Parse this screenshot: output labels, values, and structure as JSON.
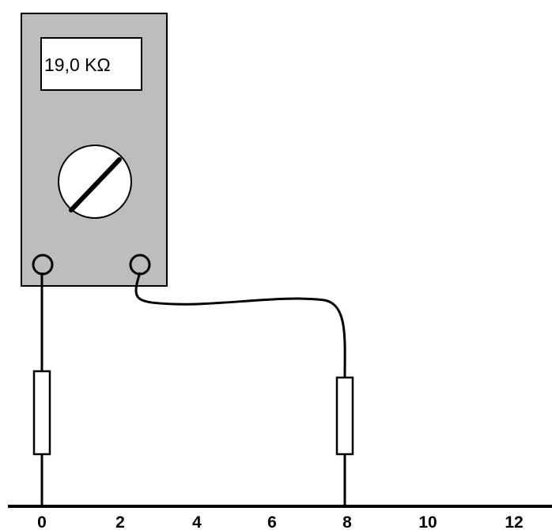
{
  "meter": {
    "display_value": "19,0 KΩ",
    "body_color": "#bdbdbd"
  },
  "scale": {
    "labels": [
      "0",
      "2",
      "4",
      "6",
      "8",
      "10",
      "12"
    ]
  }
}
